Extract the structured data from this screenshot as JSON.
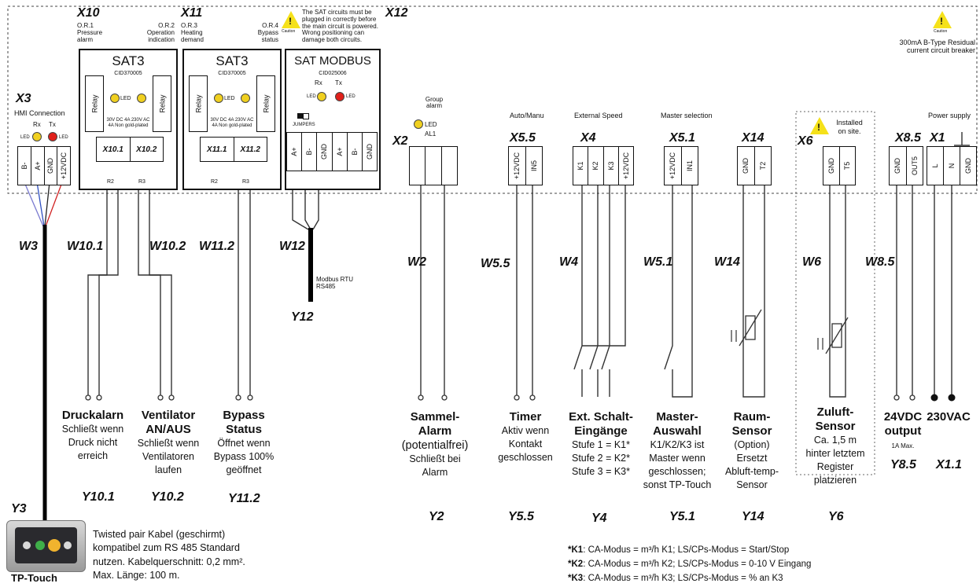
{
  "labels": {
    "x10": "X10",
    "x11": "X11",
    "x12": "X12",
    "x3": "X3",
    "x2": "X2",
    "x55": "X5.5",
    "x4": "X4",
    "x51": "X5.1",
    "x14": "X14",
    "x6": "X6",
    "x85": "X8.5",
    "x1": "X1",
    "w3": "W3",
    "w101": "W10.1",
    "w102": "W10.2",
    "w112": "W11.2",
    "w12": "W12",
    "w2": "W2",
    "w55": "W5.5",
    "w4": "W4",
    "w51": "W5.1",
    "w14": "W14",
    "w6": "W6",
    "w85": "W8.5",
    "y3": "Y3",
    "y12": "Y12",
    "y101": "Y10.1",
    "y102": "Y10.2",
    "y112": "Y11.2",
    "y2": "Y2",
    "y55": "Y5.5",
    "y4": "Y4",
    "y51": "Y5.1",
    "y14": "Y14",
    "y6": "Y6",
    "y85": "Y8.5",
    "y11": "X1.1"
  },
  "captions": {
    "or1": "O.R.1",
    "or1_text": "Pressure alarm",
    "or2": "O.R.2",
    "or2_text": "Operation indication",
    "or3": "O.R.3",
    "or3_text": "Heating demand",
    "or4": "O.R.4",
    "or4_text": "Bypass status",
    "sat_warning": "The SAT circuits must be plugged in correctly before the main circuit is powered. Wrong positioning can damage both circuits.",
    "breaker": "300mA B-Type Residual current circuit breaker",
    "caution": "Caution",
    "hmi": "HMI Connection",
    "rx": "Rx",
    "tx": "Tx",
    "led": "LED",
    "group_alarm": "Group alarm",
    "al1": "AL1",
    "auto_manu": "Auto/Manu",
    "ext_speed": "External Speed",
    "master_sel": "Master selection",
    "installed": "Installed on site.",
    "power_supply": "Power supply",
    "jumpers": "JUMPERS",
    "modbus_rtu": "Modbus RTU RS485"
  },
  "modules": {
    "sat3_title": "SAT3",
    "sat3_a_id": "CID370005",
    "sat3_b_id": "CID370005",
    "relay": "Relay",
    "led": "LED",
    "rating": "30V DC 4A 230V AC 4A Non gold-plated",
    "x101": "X10.1",
    "x102": "X10.2",
    "x111": "X11.1",
    "x112": "X11.2",
    "r2": "R2",
    "r3": "R3",
    "modbus_title": "SAT MODBUS",
    "modbus_id": "CID025006"
  },
  "terminals": {
    "x3": [
      "B-",
      "A+",
      "GND",
      "+12VDC"
    ],
    "x12": [
      "A+",
      "B-",
      "GND",
      "A+",
      "B-",
      "GND"
    ],
    "x55": [
      "+12VDC",
      "IN5"
    ],
    "x4": [
      "K1",
      "K2",
      "K3",
      "+12VDC"
    ],
    "x51": [
      "+12VDC",
      "IN1"
    ],
    "x14": [
      "GND",
      "T2"
    ],
    "x6": [
      "GND",
      "T5"
    ],
    "x85": [
      "GND",
      "OUT5"
    ],
    "x1": [
      "L",
      "N",
      "GND"
    ]
  },
  "descriptions": {
    "druck_title": "Druckalarn",
    "druck_text": "Schließt wenn Druck nicht erreich",
    "vent_title": "Ventilator AN/AUS",
    "vent_text": "Schließt wenn Ventilatoren laufen",
    "bypass_title": "Bypass Status",
    "bypass_text": "Öffnet wenn Bypass 100% geöffnet",
    "sammel_title": "Sammel-Alarm",
    "sammel_text1": "(potentialfrei)",
    "sammel_text2": "Schließt bei Alarm",
    "timer_title": "Timer",
    "timer_text": "Aktiv wenn Kontakt geschlossen",
    "ext_title": "Ext. Schalt-Eingänge",
    "ext_text": "Stufe 1 = K1* Stufe 2 = K2* Stufe 3 = K3*",
    "master_title": "Master-Auswahl",
    "master_text": "K1/K2/K3 ist Master wenn geschlossen; sonst TP-Touch",
    "raum_title": "Raum-Sensor",
    "raum_text": "(Option) Ersetzt Abluft-temp-Sensor",
    "zuluft_title": "Zuluft-Sensor",
    "zuluft_text": "Ca. 1,5 m hinter letztem Register platzieren",
    "out24_title": "24VDC output",
    "out24_text": "1A Max.",
    "vac_title": "230VAC",
    "tp_title": "TP-Touch",
    "cable_text": "Twisted pair Kabel (geschirmt) kompatibel zum RS 485 Standard nutzen. Kabelquerschnitt: 0,2 mm². Max. Länge: 100 m."
  },
  "footnotes": {
    "k1_key": "*K1",
    "k1_text": ": CA-Modus = m³/h K1; LS/CPs-Modus = Start/Stop",
    "k2_key": "*K2",
    "k2_text": ": CA-Modus = m³/h K2; LS/CPs-Modus = 0-10 V Eingang",
    "k3_key": "*K3",
    "k3_text": ": CA-Modus = m³/h K3; LS/CPs-Modus = % an K3"
  },
  "colors": {
    "led_yellow": "#f0d020",
    "led_red": "#e0201a",
    "warning": "#f5e11a",
    "tp_button_yellow": "#f0b32e",
    "tp_button_green": "#3fae49"
  }
}
